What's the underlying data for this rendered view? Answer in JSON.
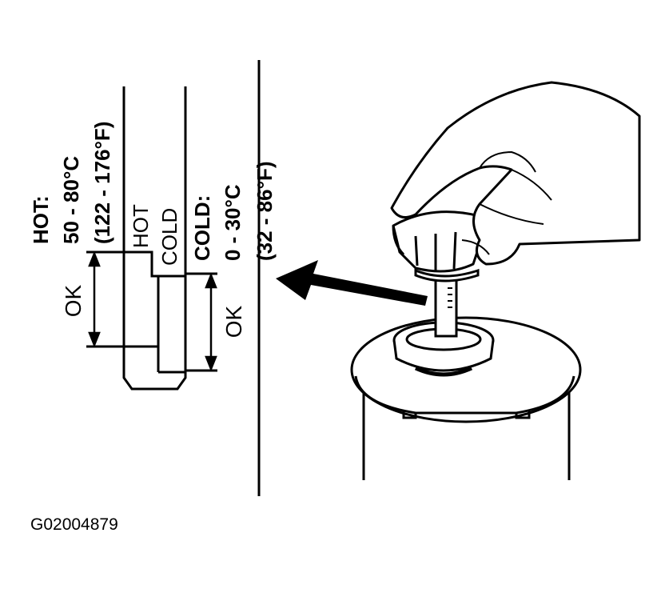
{
  "hot_spec": {
    "heading": "HOT:",
    "celsius": "50 - 80°C",
    "fahrenheit": "(122 - 176°F)"
  },
  "cold_spec": {
    "heading": "COLD:",
    "celsius": "0 - 30°C",
    "fahrenheit": "(32 - 86°F)"
  },
  "dipstick_marks": {
    "hot": "HOT",
    "cold": "COLD"
  },
  "ok_hot": "OK",
  "ok_cold": "OK",
  "figure_id": "G02004879",
  "colors": {
    "ink": "#000000",
    "paper": "#ffffff"
  }
}
